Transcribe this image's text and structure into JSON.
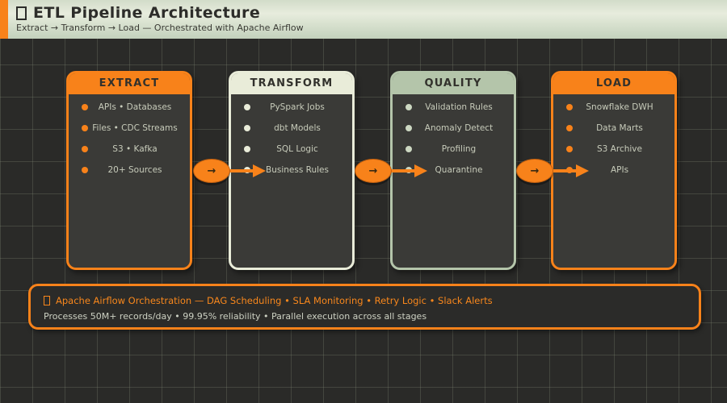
{
  "header": {
    "title": "ETL Pipeline Architecture",
    "subtitle": "Extract → Transform → Load — Orchestrated with Apache Airflow",
    "title_icon": "missing-glyph-box"
  },
  "colors": {
    "orange_accent": "#f8821a",
    "cream_accent": "#e9ecd9",
    "sage_accent": "#b4c5aa",
    "canvas_bg": "#2a2a28",
    "card_body_bg": "#3a3a37",
    "item_text": "#c7cbba"
  },
  "stages": [
    {
      "title": "EXTRACT",
      "items": [
        "APIs • Databases",
        "Files • CDC Streams",
        "S3 • Kafka",
        "20+ Sources"
      ]
    },
    {
      "title": "TRANSFORM",
      "items": [
        "PySpark Jobs",
        "dbt Models",
        "SQL Logic",
        "Business Rules"
      ]
    },
    {
      "title": "QUALITY",
      "items": [
        "Validation Rules",
        "Anomaly Detect",
        "Profiling",
        "Quarantine"
      ]
    },
    {
      "title": "LOAD",
      "items": [
        "Snowflake DWH",
        "Data Marts",
        "S3 Archive",
        "APIs"
      ]
    }
  ],
  "connector": {
    "glyph": "→"
  },
  "footer": {
    "icon": "missing-glyph-box",
    "line1": "Apache Airflow Orchestration — DAG Scheduling • SLA Monitoring • Retry Logic • Slack Alerts",
    "line2": "Processes 50M+ records/day • 99.95% reliability • Parallel execution across all stages"
  }
}
